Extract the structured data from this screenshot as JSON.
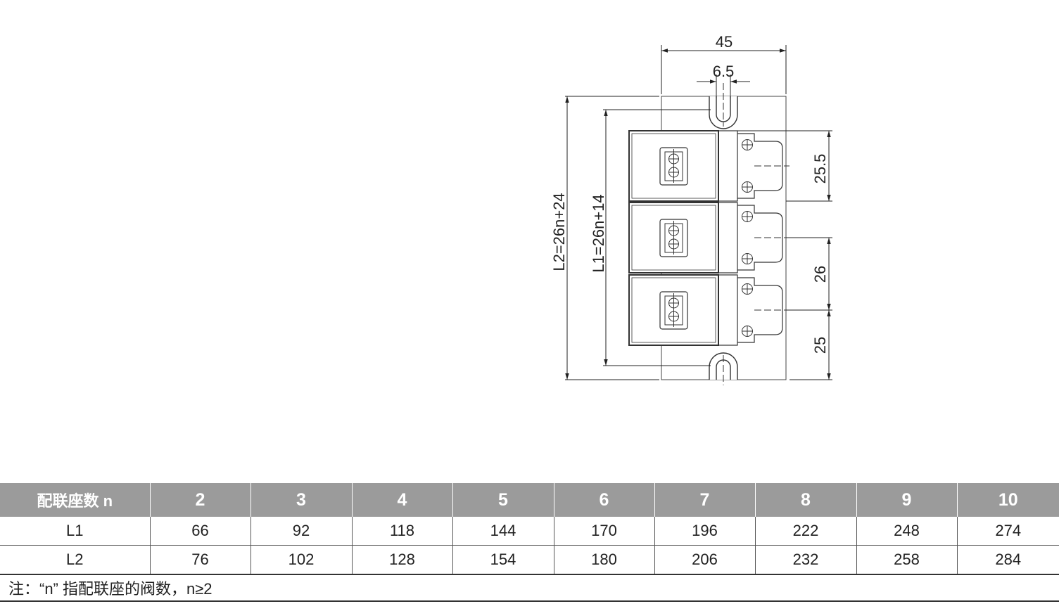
{
  "drawing": {
    "dimensions": {
      "width_total": "45",
      "slot_width": "6.5",
      "l2_formula": "L2=26n+24",
      "l1_formula": "L1=26n+14",
      "pitch_top": "25.5",
      "pitch_middle": "26",
      "pitch_bottom": "25"
    }
  },
  "table": {
    "header": {
      "label": "配联座数 n",
      "values": [
        "2",
        "3",
        "4",
        "5",
        "6",
        "7",
        "8",
        "9",
        "10"
      ]
    },
    "rows": [
      {
        "label": "L1",
        "values": [
          "66",
          "92",
          "118",
          "144",
          "170",
          "196",
          "222",
          "248",
          "274"
        ]
      },
      {
        "label": "L2",
        "values": [
          "76",
          "102",
          "128",
          "154",
          "180",
          "206",
          "232",
          "258",
          "284"
        ]
      }
    ]
  },
  "note": "注：“n” 指配联座的阀数，n≥2"
}
